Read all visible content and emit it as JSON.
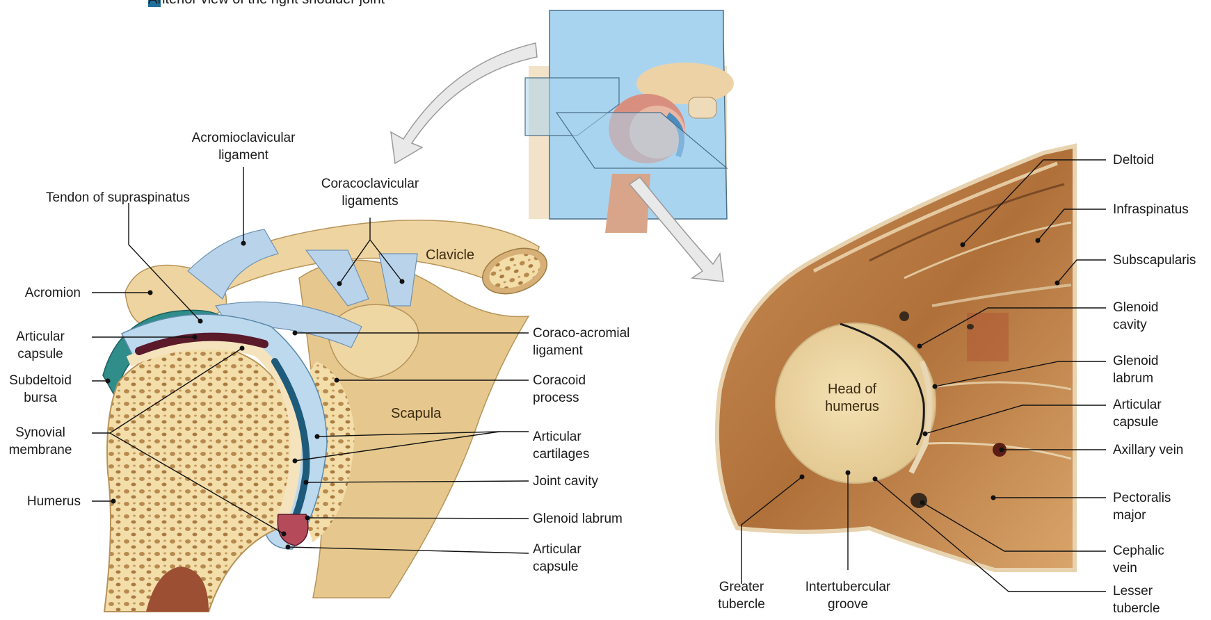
{
  "caption": "Anterior view of the right shoulder joint",
  "labels": {
    "acromioclavicular_ligament": "Acromioclavicular\nligament",
    "tendon_supraspinatus": "Tendon of supraspinatus",
    "coracoclavicular_ligaments": "Coracoclavicular\nligaments",
    "clavicle": "Clavicle",
    "acromion": "Acromion",
    "articular_capsule_left": "Articular\ncapsule",
    "subdeltoid_bursa": "Subdeltoid\nbursa",
    "synovial_membrane": "Synovial\nmembrane",
    "humerus": "Humerus",
    "coraco_acromial_ligament": "Coraco-acromial\nligament",
    "coracoid_process": "Coracoid\nprocess",
    "scapula": "Scapula",
    "articular_cartilages": "Articular\ncartilages",
    "joint_cavity": "Joint cavity",
    "glenoid_labrum_left": "Glenoid labrum",
    "articular_capsule_bottom": "Articular\ncapsule",
    "deltoid": "Deltoid",
    "infraspinatus": "Infraspinatus",
    "subscapularis": "Subscapularis",
    "glenoid_cavity": "Glenoid\ncavity",
    "glenoid_labrum_right": "Glenoid\nlabrum",
    "articular_capsule_right": "Articular\ncapsule",
    "axillary_vein": "Axillary vein",
    "pectoralis_major": "Pectoralis\nmajor",
    "cephalic_vein": "Cephalic\nvein",
    "lesser_tubercle": "Lesser\ntubercle",
    "greater_tubercle": "Greater\ntubercle",
    "intertubercular_groove": "Intertubercular\ngroove",
    "head_of_humerus": "Head of\nhumerus"
  },
  "colors": {
    "bone": "#e9cf98",
    "bone_dark": "#c9a463",
    "ligament": "#aecbe6",
    "cartilage": "#bcd9ee",
    "capsule_dark": "#1e5a7a",
    "synovial": "#5a1a2a",
    "plane_blue": "#a9d4ef",
    "muscle": "#b87a45",
    "leader": "#111111"
  }
}
